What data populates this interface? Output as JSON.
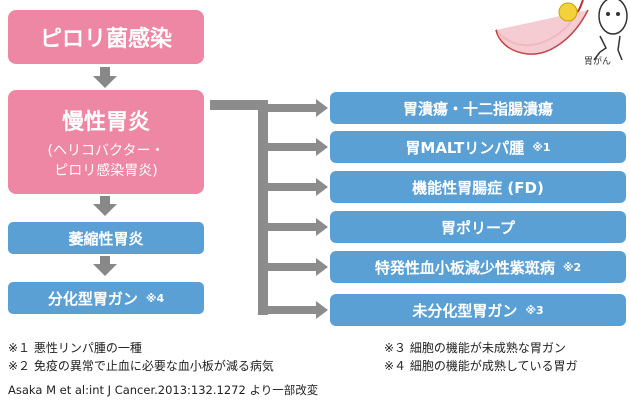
{
  "left_boxes": {
    "pylori_infection": "ピロリ菌感染",
    "chronic_gastritis_title": "慢性胃炎",
    "chronic_gastritis_sub1": "(ヘリコバクター・",
    "chronic_gastritis_sub2": "ピロリ感染胃炎)",
    "atrophic_gastritis": "萎縮性胃炎",
    "differentiated_cancer": "分化型胃ガン",
    "differentiated_cancer_mark": "※4"
  },
  "right_boxes": [
    {
      "label": "胃潰瘍・十二指腸潰瘍",
      "mark": ""
    },
    {
      "label": "胃MALTリンパ腫",
      "mark": "※1"
    },
    {
      "label": "機能性胃腸症 (FD)",
      "mark": ""
    },
    {
      "label": "胃ポリープ",
      "mark": ""
    },
    {
      "label": "特発性血小板減少性紫斑病",
      "mark": "※2"
    },
    {
      "label": "未分化型胃ガン",
      "mark": "※3"
    }
  ],
  "illustration": {
    "caption": "胃がん"
  },
  "notes": {
    "n1": "※１ 悪性リンパ腫の一種",
    "n2": "※２ 免疫の異常で止血に必要な血小板が減る病気",
    "n3": "※３ 細胞の機能が未成熟な胃ガン",
    "n4": "※４ 細胞の機能が成熟している胃ガ"
  },
  "source": "Asaka M et al:int J Cancer.2013:132.1272 より一部改変",
  "colors": {
    "pink": "#ee87a3",
    "blue": "#5ba0d5",
    "arrow_gray": "#888888",
    "connector_gray": "#8c8c8c"
  }
}
